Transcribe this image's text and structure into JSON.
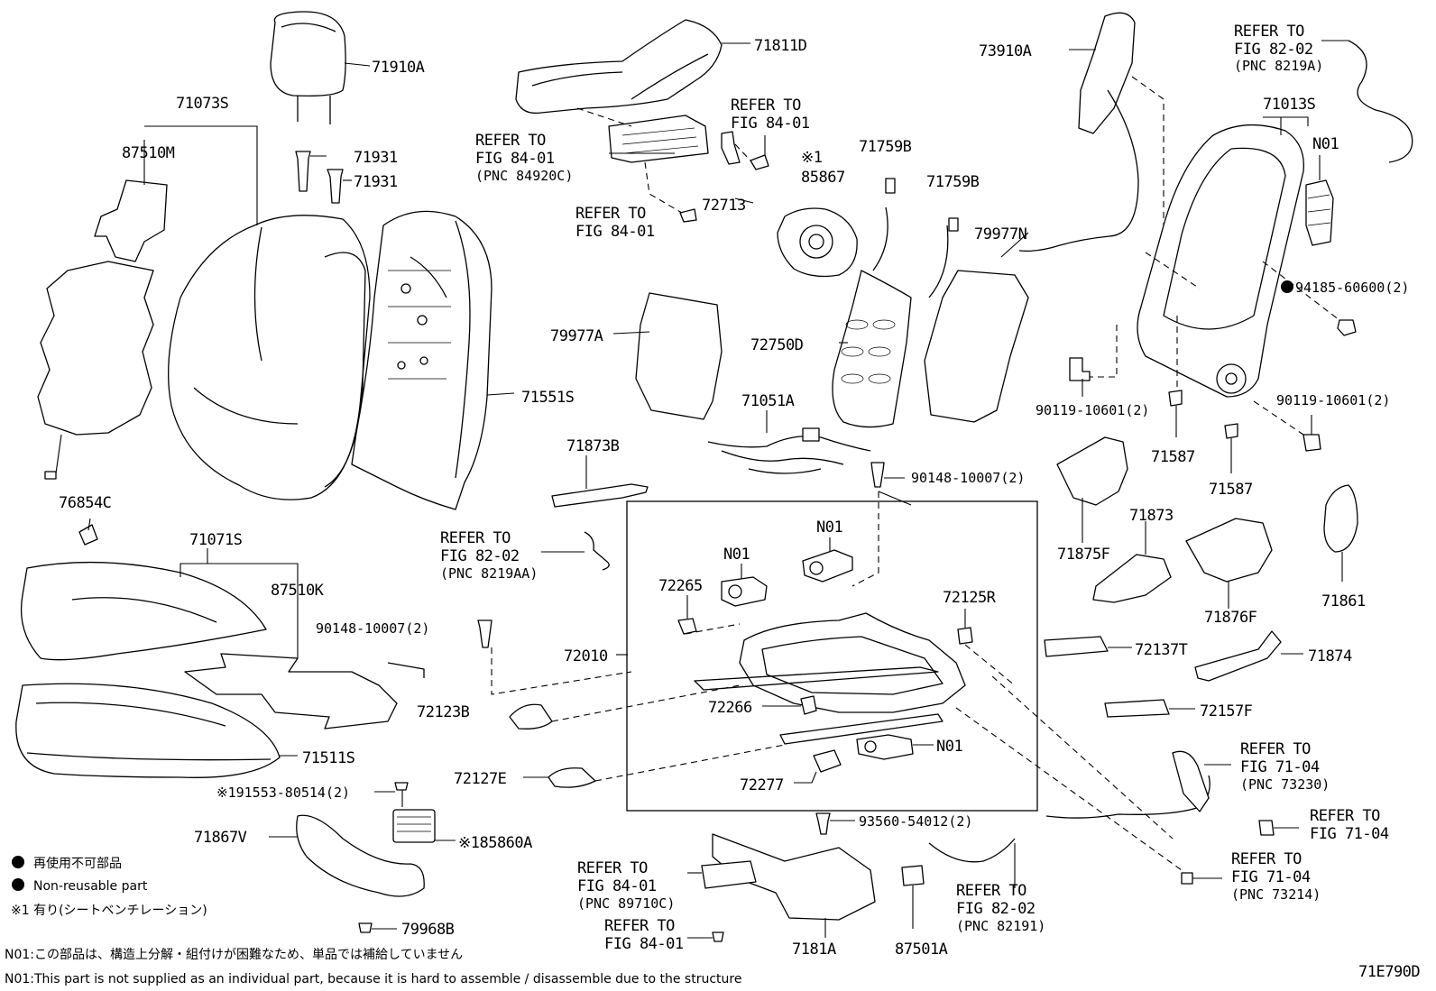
{
  "diagram_code": "71E790D",
  "labels": {
    "l71910A": "71910A",
    "l71073S": "71073S",
    "l87510M": "87510M",
    "l71931a": "71931",
    "l71931b": "71931",
    "l71551S": "71551S",
    "l76854C": "76854C",
    "l71071S": "71071S",
    "l87510K": "87510K",
    "l90148a": "90148-10007(2)",
    "l72123B": "72123B",
    "l71511S": "71511S",
    "l191553": "※191553-80514(2)",
    "l185860A": "※185860A",
    "l71867V": "71867V",
    "l79968B": "79968B",
    "l71811D": "71811D",
    "l72713": "72713",
    "l85867": "85867",
    "l71759Ba": "71759B",
    "l71759Bb": "71759B",
    "l79977A": "79977A",
    "l72750D": "72750D",
    "l79977N": "79977N",
    "l71051A": "71051A",
    "l71873B": "71873B",
    "l90148b": "90148-10007(2)",
    "l73910A": "73910A",
    "l71013S": "71013S",
    "lN01a": "N01",
    "l94185": "94185-60600(2)",
    "l90119a": "90119-10601(2)",
    "l90119b": "90119-10601(2)",
    "l71587a": "71587",
    "l71587b": "71587",
    "l71875F": "71875F",
    "l71873": "71873",
    "l71876F": "71876F",
    "l71861": "71861",
    "l72137T": "72137T",
    "l71874": "71874",
    "l72157F": "72157F",
    "lN01b": "N01",
    "lN01c": "N01",
    "lN01d": "N01",
    "l72265": "72265",
    "l72125R": "72125R",
    "l72010": "72010",
    "l72266": "72266",
    "l72127E": "72127E",
    "l72277": "72277",
    "l93560": "93560-54012(2)",
    "l7181A": "7181A",
    "l87501A": "87501A",
    "mark1": "※1"
  },
  "refs": {
    "r1": [
      "REFER TO",
      "FIG 84-01",
      "(PNC 84920C)"
    ],
    "r2": [
      "REFER TO",
      "FIG 84-01"
    ],
    "r3": [
      "REFER TO",
      "FIG 84-01"
    ],
    "r4": [
      "REFER TO",
      "FIG 82-02",
      "(PNC 8219AA)"
    ],
    "r5": [
      "REFER TO",
      "FIG 82-02",
      "(PNC 8219A)"
    ],
    "r6": [
      "REFER TO",
      "FIG 71-04",
      "(PNC 73230)"
    ],
    "r7": [
      "REFER TO",
      "FIG 71-04"
    ],
    "r8": [
      "REFER TO",
      "FIG 71-04",
      "(PNC 73214)"
    ],
    "r9": [
      "REFER TO",
      "FIG 84-01",
      "(PNC 89710C)"
    ],
    "r10": [
      "REFER TO",
      "FIG 84-01"
    ],
    "r11": [
      "REFER TO",
      "FIG 82-02",
      "(PNC 82191)"
    ]
  },
  "legend": {
    "nonreusable_jp": "再使用不可部品",
    "nonreusable_en": "Non-reusable part",
    "ventilation": "※1 有り(シートベンチレーション)"
  },
  "notes": {
    "n01_jp": "N01:この部品は、構造上分解・組付けが困難なため、単品では補給していません",
    "n01_en": "N01:This part is not supplied as an individual part, because it is hard to assemble / disassemble due to the structure"
  }
}
